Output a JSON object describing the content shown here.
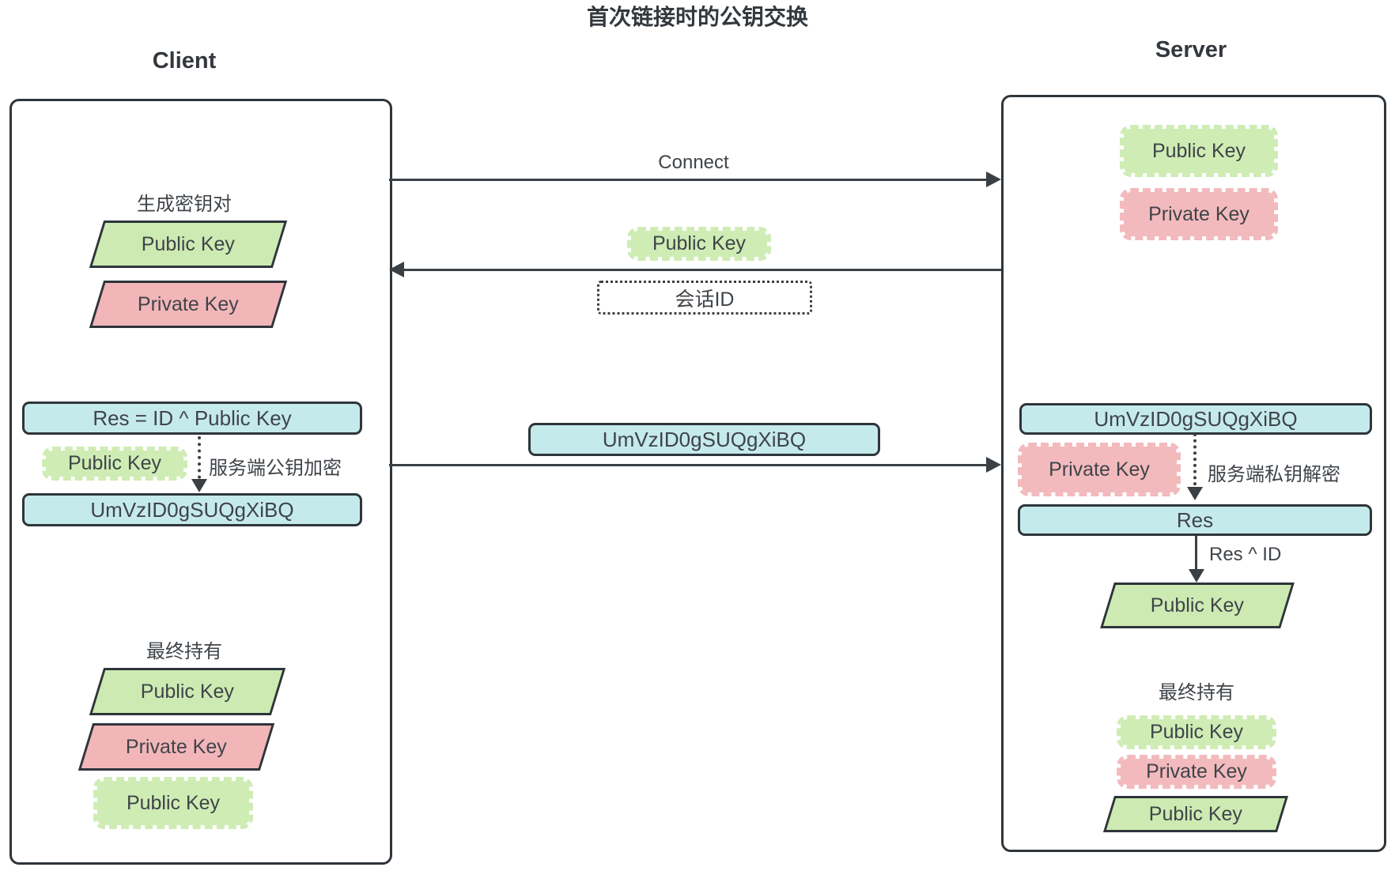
{
  "title": "首次链接时的公钥交换",
  "client": {
    "label": "Client",
    "keygen_label": "生成密钥对",
    "public_key": "Public Key",
    "private_key": "Private Key",
    "res_formula": "Res = ID ^ Public Key",
    "encrypt_key_label": "Public Key",
    "encrypt_note": "服务端公钥加密",
    "encrypted_result": "UmVzID0gSUQgXiBQ",
    "final_label": "最终持有",
    "final_keys": [
      "Public Key",
      "Private Key",
      "Public Key"
    ]
  },
  "messages": {
    "connect": "Connect",
    "public_key": "Public Key",
    "session_id": "会话ID",
    "encrypted_payload": "UmVzID0gSUQgXiBQ"
  },
  "server": {
    "label": "Server",
    "public_key": "Public Key",
    "private_key": "Private Key",
    "received_payload": "UmVzID0gSUQgXiBQ",
    "decrypt_key_label": "Private Key",
    "decrypt_note": "服务端私钥解密",
    "decrypted_result": "Res",
    "xor_note": "Res ^ ID",
    "recovered_key": "Public Key",
    "final_label": "最终持有",
    "final_keys": [
      "Public Key",
      "Private Key",
      "Public Key"
    ]
  },
  "colors": {
    "green": "#cdeab2",
    "pink": "#f2b6b9",
    "cyan": "#c5eaec",
    "ink": "#2e353b"
  }
}
